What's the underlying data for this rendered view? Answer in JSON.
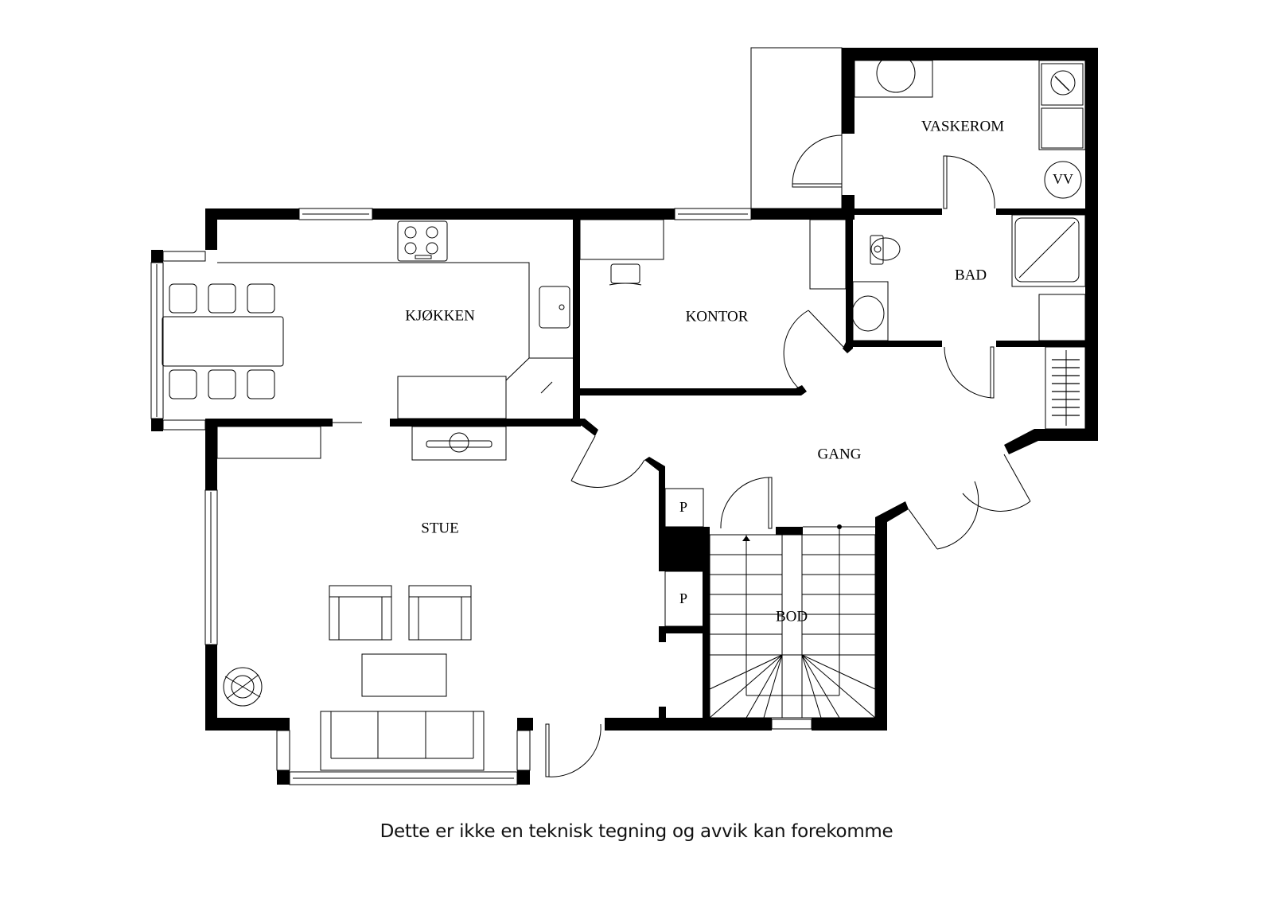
{
  "floorplan": {
    "rooms": {
      "vaskerom": "VASKEROM",
      "bad": "BAD",
      "kjokken": "KJØKKEN",
      "kontor": "KONTOR",
      "gang": "GANG",
      "stue": "STUE",
      "bod": "BOD"
    },
    "fixtures": {
      "water_heater": "VV",
      "closet_1": "P",
      "closet_2": "P"
    }
  },
  "footer": {
    "disclaimer": "Dette er ikke en teknisk tegning og avvik kan forekomme"
  },
  "colors": {
    "walls": "#000000",
    "background": "#ffffff"
  }
}
